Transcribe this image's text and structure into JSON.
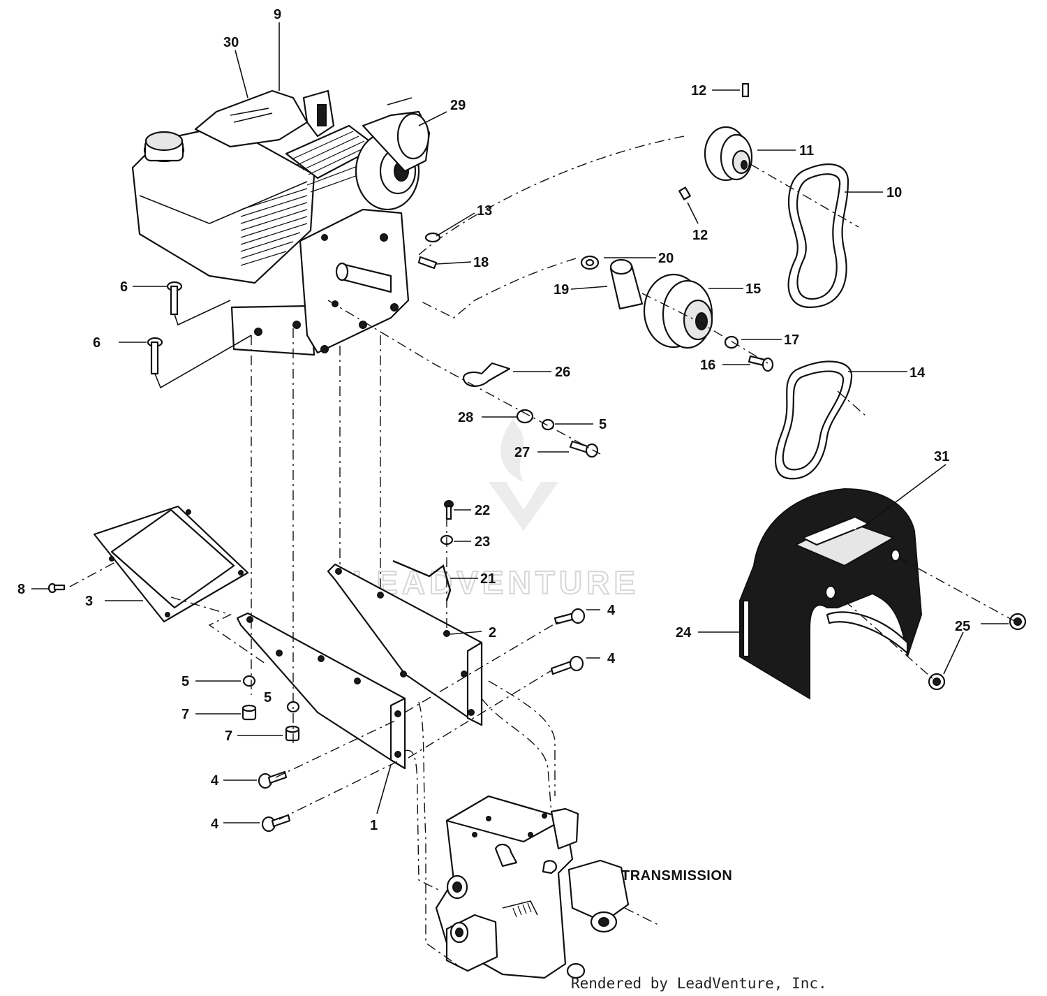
{
  "callouts": [
    {
      "id": "1",
      "text": "1"
    },
    {
      "id": "2",
      "text": "2"
    },
    {
      "id": "3",
      "text": "3"
    },
    {
      "id": "4a",
      "text": "4"
    },
    {
      "id": "4b",
      "text": "4"
    },
    {
      "id": "4c",
      "text": "4"
    },
    {
      "id": "4d",
      "text": "4"
    },
    {
      "id": "5a",
      "text": "5"
    },
    {
      "id": "5b",
      "text": "5"
    },
    {
      "id": "5c",
      "text": "5"
    },
    {
      "id": "6a",
      "text": "6"
    },
    {
      "id": "6b",
      "text": "6"
    },
    {
      "id": "7a",
      "text": "7"
    },
    {
      "id": "7b",
      "text": "7"
    },
    {
      "id": "8",
      "text": "8"
    },
    {
      "id": "9",
      "text": "9"
    },
    {
      "id": "10",
      "text": "10"
    },
    {
      "id": "11",
      "text": "11"
    },
    {
      "id": "12a",
      "text": "12"
    },
    {
      "id": "12b",
      "text": "12"
    },
    {
      "id": "13",
      "text": "13"
    },
    {
      "id": "14",
      "text": "14"
    },
    {
      "id": "15",
      "text": "15"
    },
    {
      "id": "16",
      "text": "16"
    },
    {
      "id": "17",
      "text": "17"
    },
    {
      "id": "18",
      "text": "18"
    },
    {
      "id": "19",
      "text": "19"
    },
    {
      "id": "20",
      "text": "20"
    },
    {
      "id": "21",
      "text": "21"
    },
    {
      "id": "22",
      "text": "22"
    },
    {
      "id": "23",
      "text": "23"
    },
    {
      "id": "24",
      "text": "24"
    },
    {
      "id": "25",
      "text": "25"
    },
    {
      "id": "26",
      "text": "26"
    },
    {
      "id": "27",
      "text": "27"
    },
    {
      "id": "28",
      "text": "28"
    },
    {
      "id": "29",
      "text": "29"
    },
    {
      "id": "30",
      "text": "30"
    },
    {
      "id": "31",
      "text": "31"
    }
  ],
  "assembly_label": "TRANSMISSION",
  "watermark": "LEADVENTURE",
  "footer": "Rendered by LeadVenture, Inc."
}
